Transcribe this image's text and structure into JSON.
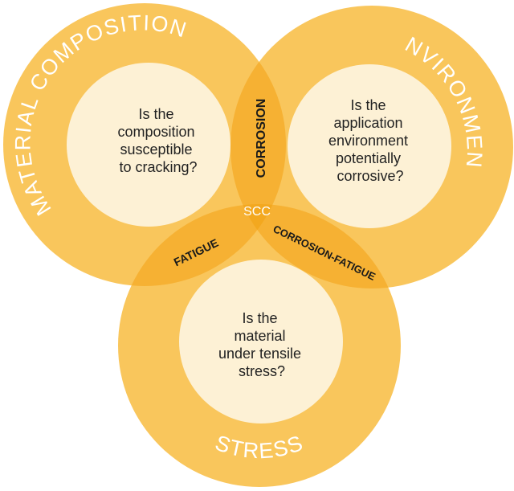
{
  "colors": {
    "circle_fill": "#F9C65C",
    "overlap_fill": "#F6B133",
    "center_fill": "#F3A81F",
    "inner_fill": "#FDF1D5",
    "label_color": "#FFFFFF",
    "question_color": "#222222"
  },
  "circles": {
    "material": {
      "title": "MATERIAL COMPOSITION",
      "question": [
        "Is the",
        "composition",
        "susceptible",
        "to cracking?"
      ]
    },
    "environment": {
      "title": "ENVIRONMENT",
      "question": [
        "Is the",
        "application",
        "environment",
        "potentially",
        "corrosive?"
      ]
    },
    "stress": {
      "title": "STRESS",
      "question": [
        "Is the",
        "material",
        "under tensile",
        "stress?"
      ]
    }
  },
  "overlaps": {
    "material_environment": "CORROSION",
    "material_stress": "FATIGUE",
    "environment_stress": "CORROSION-FATIGUE",
    "all_three": "SCC"
  }
}
